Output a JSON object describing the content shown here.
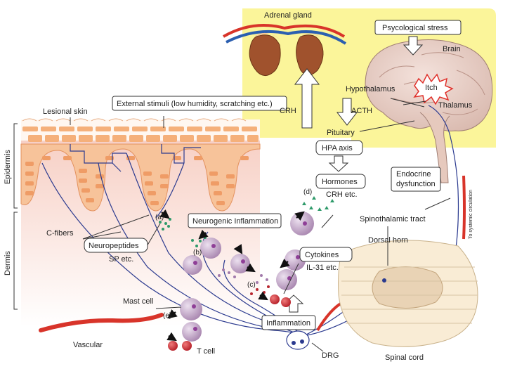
{
  "labels": {
    "adrenal_gland": "Adrenal gland",
    "psych_stress": "Psycological stress",
    "brain": "Brain",
    "itch": "Itch",
    "hypothalamus": "Hypothalamus",
    "thalamus": "Thalamus",
    "crh": "CRH",
    "acth": "ACTH",
    "pituitary": "Pituitary",
    "hpa_axis": "HPA axis",
    "hormones": "Hormones",
    "crh_etc": "CRH etc.",
    "endocrine_1": "Endocrine",
    "endocrine_2": "dysfunction",
    "external_stimuli": "External stimuli (low humidity, scratching etc.)",
    "lesional_skin": "Lesional skin",
    "epidermis": "Epidermis",
    "dermis": "Dermis",
    "neurogenic_inflammation": "Neurogenic Inflammation",
    "label_a": "(a)",
    "label_b": "(b)",
    "label_c": "(c)",
    "label_d": "(d)",
    "label_e": "(e)",
    "c_fibers": "C-fibers",
    "neuropeptides": "Neuropeptides",
    "sp_etc": "SP etc.",
    "cytokines": "Cytokines",
    "il31_etc": "IL-31 etc.",
    "inflammation": "Inflammation",
    "mast_cell": "Mast cell",
    "vascular": "Vascular",
    "t_cell": "T cell",
    "drg": "DRG",
    "spinothalamic_tract": "Spinothalamic tract",
    "to_systemic_circulation": "To systemic circulation",
    "dorsal_horn": "Dorsal horn",
    "spinal_cord": "Spinal cord"
  },
  "colors": {
    "yellow_panel": "#fbf59a",
    "skin_cell": "#f5b07a",
    "nerve": "#2b3a8f",
    "vessel": "#d8342a",
    "mast_cell": "#c9a8cf",
    "t_cell": "#c7262f",
    "granule_green": "#2e9a6a"
  }
}
